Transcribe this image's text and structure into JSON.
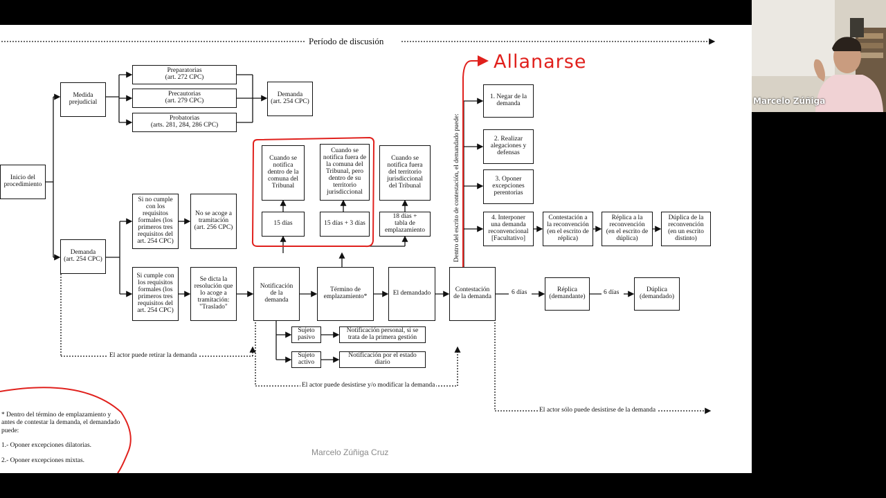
{
  "diagram": {
    "period": "Período de discusión",
    "nodes": {
      "inicio": "Inicio del\nprocedimiento",
      "medida": "Medida\nprejudicial",
      "preparatorias": "Preparatorias\n(art. 272 CPC)",
      "precautorias": "Precautorias\n(art. 279 CPC)",
      "probatorias": "Probatorias\n(arts. 281, 284, 286 CPC)",
      "demanda_top": "Demanda\n(art. 254 CPC)",
      "demanda": "Demanda\n(art. 254 CPC)",
      "no_cumple": "Si no cumple\ncon los\nrequisitos\nformales (los\nprimeros tres\nrequisitos del\nart. 254 CPC)",
      "no_acoge": "No se acoge a\ntramitación\n(art. 256 CPC)",
      "si_cumple": "Si cumple con\nlos requisitos\nformales (los\nprimeros tres\nrequisitos del\nart. 254 CPC)",
      "resolucion": "Se dicta la\nresolución que\nlo acoge a\ntramitación:\n\"Traslado\"",
      "notificacion": "Notificación\nde la\ndemanda",
      "termino": "Término de\nemplazamiento*",
      "el_demandado": "El demandado",
      "contestacion": "Contestación\nde la demanda",
      "replica": "Réplica\n(demandante)",
      "duplica": "Dúplica\n(demandado)",
      "notif_dentro": "Cuando se\nnotifica\ndentro de la\ncomuna del\nTribunal",
      "notif_fuera_dentro": "Cuando se\nnotifica fuera de\nla comuna del\nTribunal, pero\ndentro de su\nterritorio\njurisdiccional",
      "notif_fuera_territorio": "Cuando se\nnotifica fuera\ndel territorio\njurisdiccional\ndel Tribunal",
      "d15": "15 días",
      "d15_3": "15 días + 3 días",
      "d18": "18 días +\ntabla de\nemplazamiento",
      "sujeto_pasivo": "Sujeto\npasivo",
      "sujeto_activo": "Sujeto\nactivo",
      "notif_personal": "Notificación personal, si se\ntrata de la primera gestión",
      "notif_estado": "Notificación por el estado\ndiario",
      "op1": "1. Negar de la\ndemanda",
      "op2": "2. Realizar\nalegaciones y\ndefensas",
      "op3": "3. Oponer\nexcepciones\nperentorias",
      "op4": "4. Interponer\nuna demanda\nreconvencional\n[Facultativo]",
      "contest_recon": "Contestación a\nla reconvención\n(en el escrito de\nréplica)",
      "replica_recon": "Réplica a la\nreconvención\n(en el escrito de\ndúplica)",
      "duplica_recon": "Dúplica de la\nreconvención\n(en un escrito\ndistinto)"
    },
    "edge_labels": {
      "seis_dias_1": "6 días",
      "seis_dias_2": "6 días",
      "retirar": "El actor puede retirar la demanda",
      "desistirse": "El actor puede desistirse y/o modificar la demanda",
      "solo_desistirse": "El actor sólo puede desistirse de la demanda",
      "vertical": "Dentro del escrito de contestación, el demandado puede:"
    },
    "footnote": {
      "intro": "* Dentro del término de emplazamiento y antes de contestar la demanda, el demandado puede:",
      "item1": "1.- Oponer excepciones dilatorias.",
      "item2": "2.- Oponer excepciones mixtas."
    },
    "handwritten": "Allanarse",
    "watermark": "Marcelo Zúñiga Cruz"
  },
  "camera": {
    "name": "Marcelo Zúñiga"
  },
  "colors": {
    "annotation": "#e0201c",
    "slide_bg": "#ffffff",
    "frame_bg": "#000000"
  }
}
